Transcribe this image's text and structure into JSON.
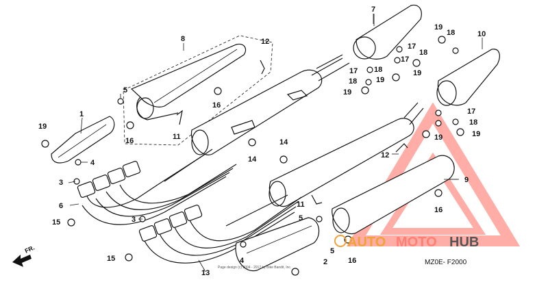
{
  "labels": {
    "l1": "1",
    "l2": "2",
    "l3a": "3",
    "l3b": "3",
    "l4a": "4",
    "l4b": "4",
    "l5a": "5",
    "l5b": "5",
    "l5c": "5",
    "l6": "6",
    "l7": "7",
    "l8": "8",
    "l9": "9",
    "l10": "10",
    "l11a": "11",
    "l11b": "11",
    "l12a": "12",
    "l12b": "12",
    "l13": "13",
    "l14a": "14",
    "l14b": "14",
    "l15a": "15",
    "l15b": "15",
    "l16a": "16",
    "l16b": "16",
    "l16c": "16",
    "l16d": "16",
    "l17a": "17",
    "l17b": "17",
    "l17c": "17",
    "l17d": "17",
    "l18a": "18",
    "l18b": "18",
    "l18c": "18",
    "l18d": "18",
    "l18e": "18",
    "l19a": "19",
    "l19b": "19",
    "l19c": "19",
    "l19d": "19",
    "l19e": "19",
    "l19f": "19",
    "l19g": "19"
  },
  "diagram_code": "MZ0E- F2000",
  "direction_label": "FR.",
  "fine_print": "Page design (c) 2004 - 2017 by Bike Bandit, Inc.",
  "watermark": {
    "part1": "AUTO",
    "part2": "MOTO",
    "part3": "HUB",
    "color1": "#f0a13a",
    "color2": "#ff7f74",
    "color3": "#555555"
  }
}
